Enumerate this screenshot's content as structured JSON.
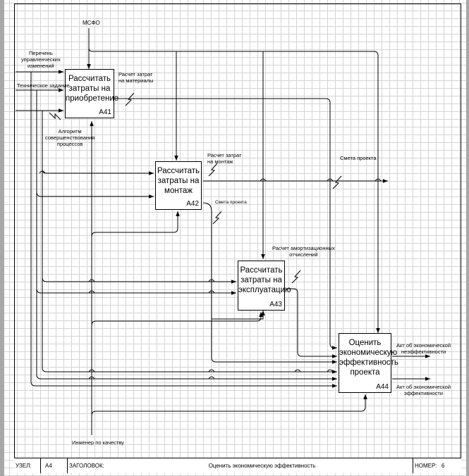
{
  "boxes": {
    "a41": {
      "title": "Рассчитать затраты на приобретение",
      "number": "А41"
    },
    "a42": {
      "title": "Рассчитать затраты на монтаж",
      "number": "А42"
    },
    "a43": {
      "title": "Рассчитать затраты на эксплуатацию",
      "number": "А43"
    },
    "a44": {
      "title": "Оценить экономическую эффективность проекта",
      "number": "А44"
    }
  },
  "labels": {
    "msfo": "МСФО",
    "changes_list": "Перечень\nуправленческих\nизменений",
    "tech_task": "Техническое задание",
    "algorithm": "Алгоритм\nсовершенствования\nпроцессов",
    "materials_calc": "Расчет затрат\nна материалы",
    "mount_calc": "Расчет затрат\nна монтаж",
    "estimate_top": "Смета проекта",
    "estimate_mid": "Смета проекта",
    "amort_calc": "Расчет амортизационных\nотчислений",
    "act_inefficiency": "Акт об экономической\nнеэффективности",
    "act_efficiency": "Акт об экономической\nэффективности",
    "engineer": "Инженер по качеству"
  },
  "footer": {
    "node_label": "УЗЕЛ:",
    "node_value": "А4",
    "title_label": "ЗАГОЛОВОК:",
    "title_value": "Оценить экономическую эффективность",
    "number_label": "НОМЕР:",
    "number_value": "6"
  }
}
